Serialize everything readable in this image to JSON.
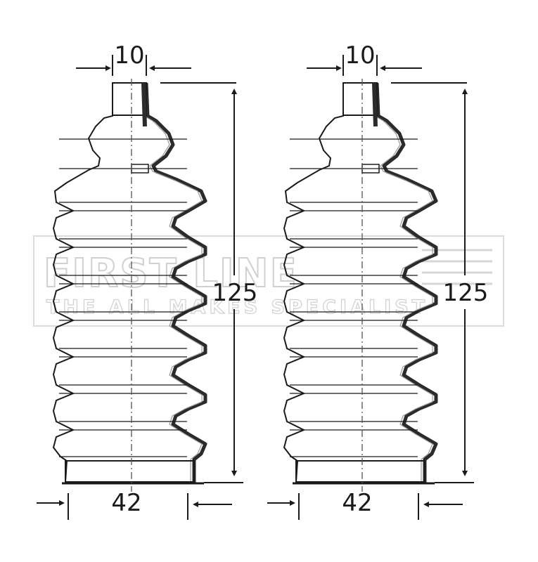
{
  "watermark": {
    "brand": "FIRST LINE",
    "tagline": "THE ALL MAKES SPECIALIST"
  },
  "boots": [
    {
      "top_diameter": "10",
      "length": "125",
      "bottom_diameter": "42"
    },
    {
      "top_diameter": "10",
      "length": "125",
      "bottom_diameter": "42"
    }
  ],
  "colors": {
    "line": "#1a1a1a",
    "outline_thick": "#2b2b2b",
    "watermark": "#d0d0d0"
  }
}
